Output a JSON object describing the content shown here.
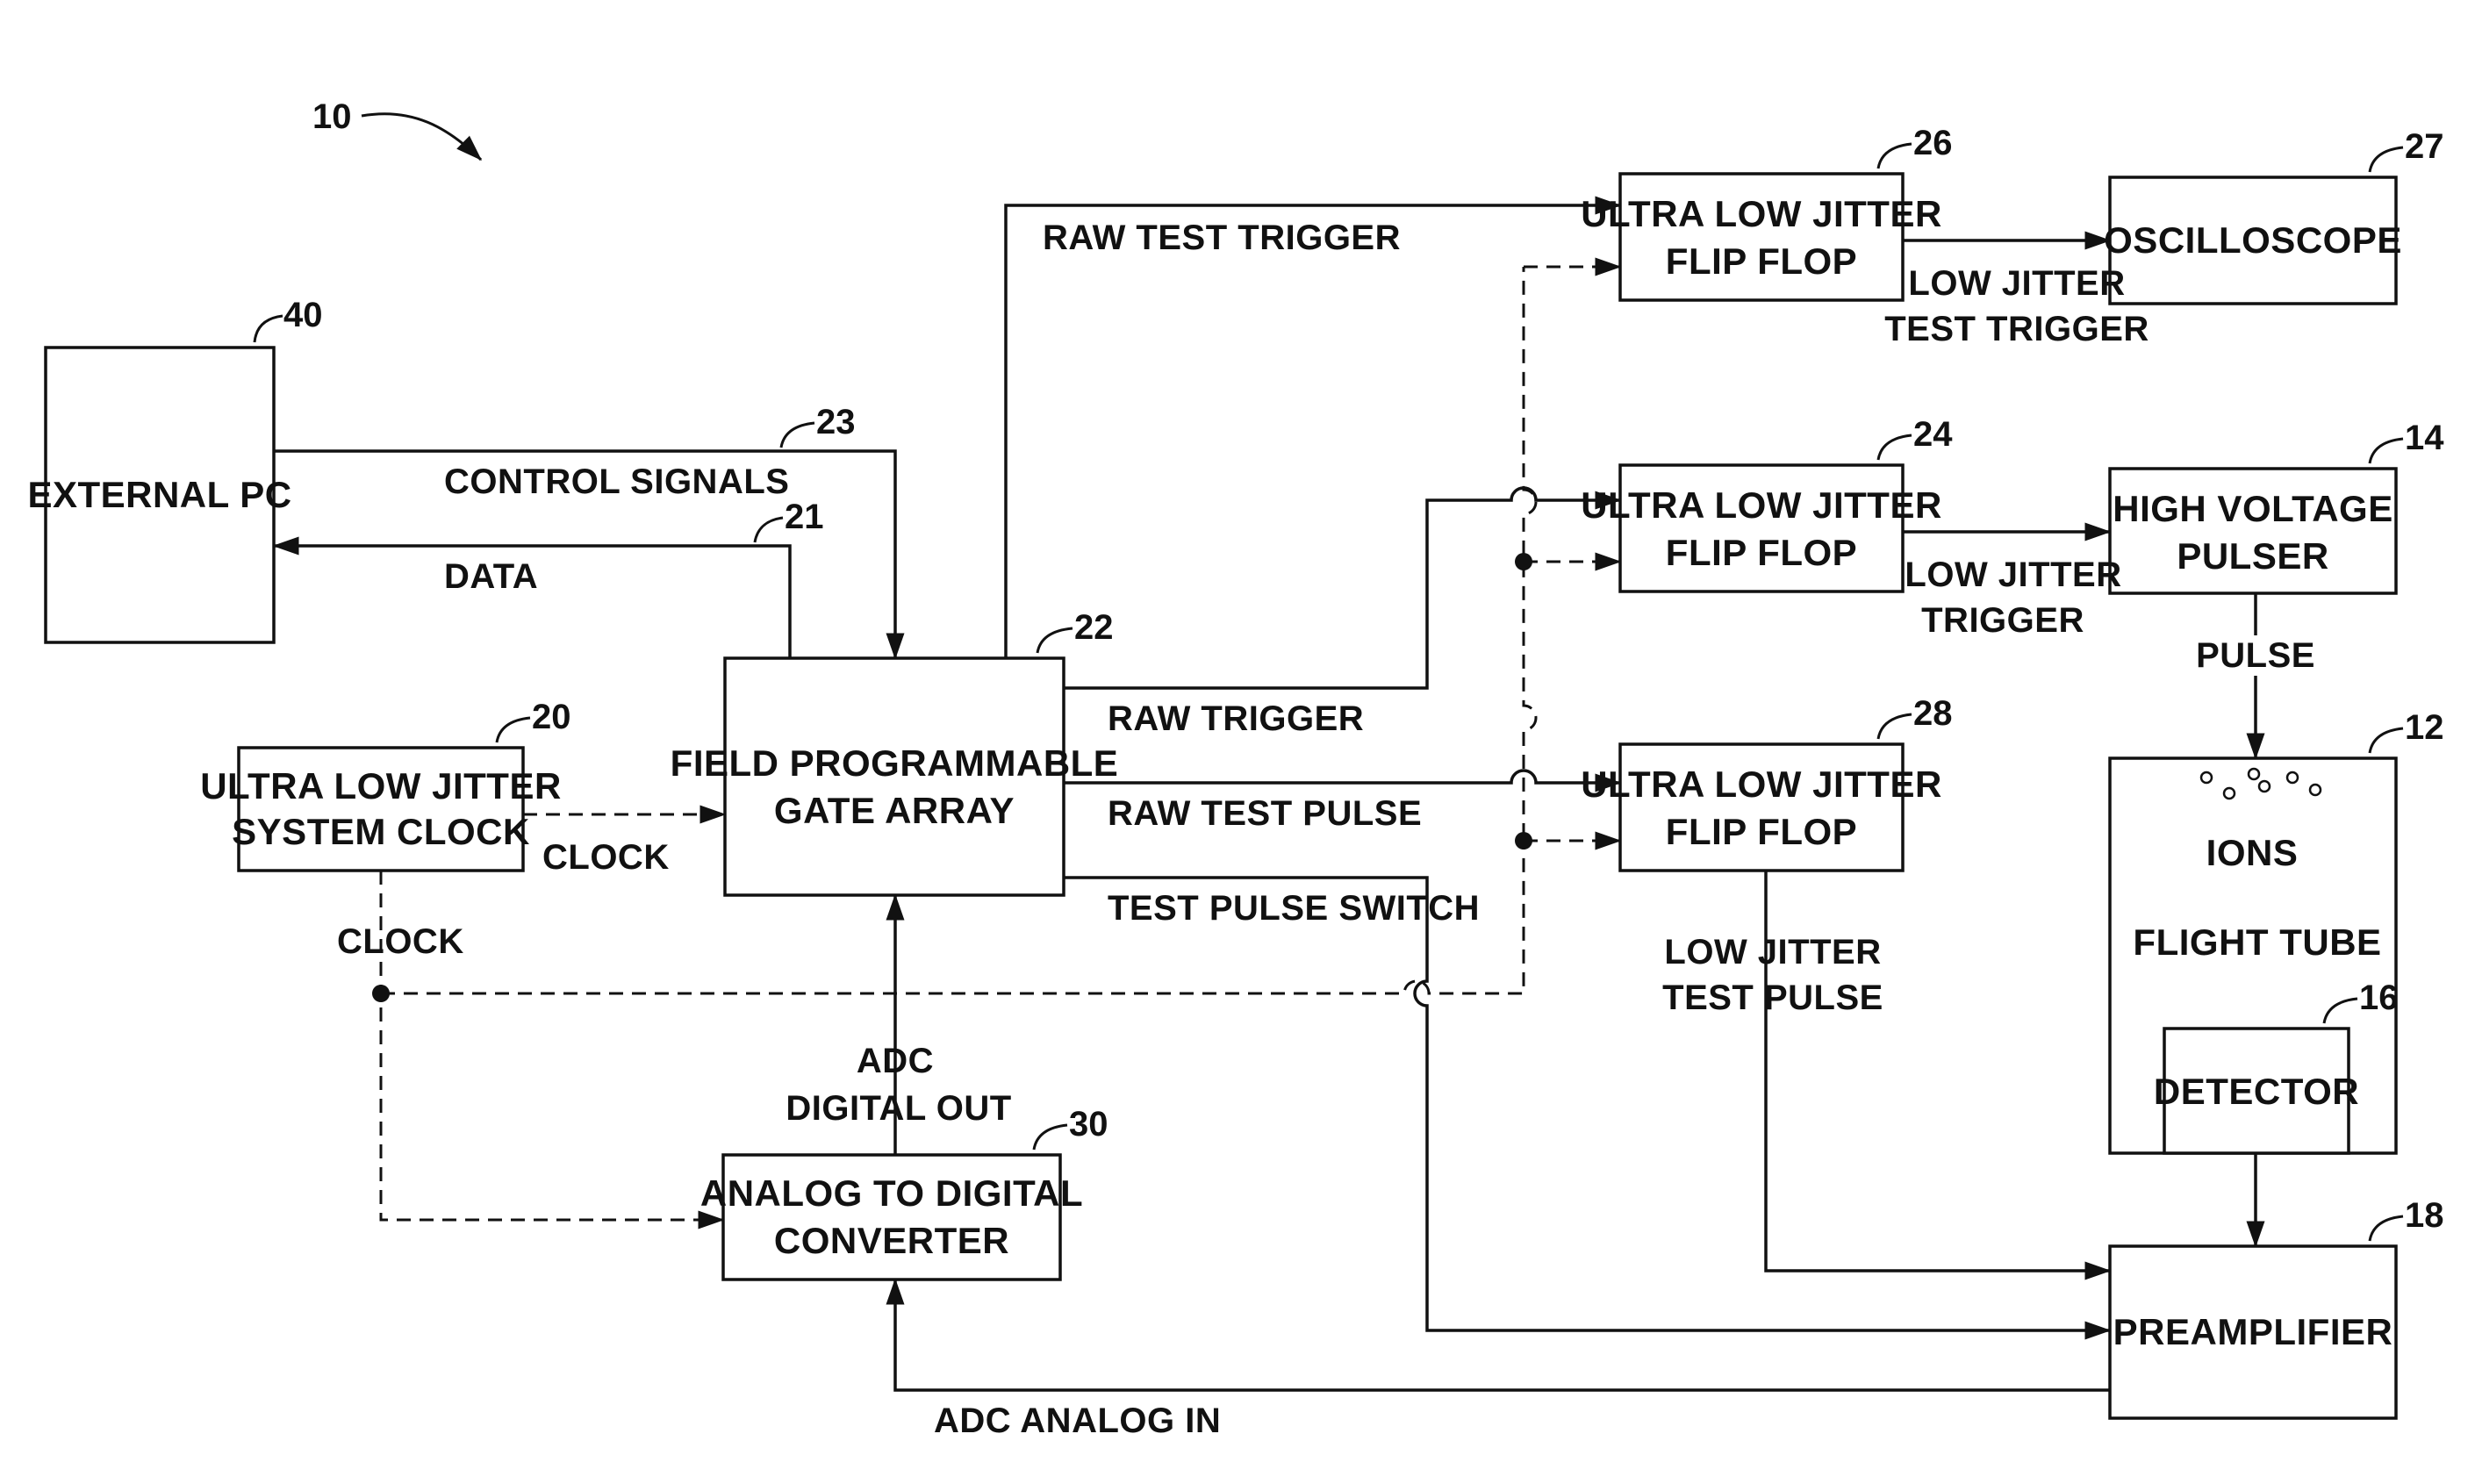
{
  "figure_ref": "10",
  "blocks": {
    "external_pc": {
      "ref": "40",
      "lines": [
        "EXTERNAL PC"
      ]
    },
    "fpga": {
      "ref": "22",
      "lines": [
        "FIELD PROGRAMMABLE",
        "GATE ARRAY"
      ]
    },
    "system_clock": {
      "ref": "20",
      "lines": [
        "ULTRA LOW JITTER",
        "SYSTEM CLOCK"
      ]
    },
    "adc": {
      "ref": "30",
      "lines": [
        "ANALOG TO DIGITAL",
        "CONVERTER"
      ]
    },
    "flipflop_test_trigger": {
      "ref": "26",
      "lines": [
        "ULTRA LOW JITTER",
        "FLIP FLOP"
      ]
    },
    "flipflop_trigger": {
      "ref": "24",
      "lines": [
        "ULTRA LOW JITTER",
        "FLIP FLOP"
      ]
    },
    "flipflop_test_pulse": {
      "ref": "28",
      "lines": [
        "ULTRA LOW JITTER",
        "FLIP FLOP"
      ]
    },
    "oscilloscope": {
      "ref": "27",
      "lines": [
        "OSCILLOSCOPE"
      ]
    },
    "high_voltage_pulser": {
      "ref": "14",
      "lines": [
        "HIGH VOLTAGE",
        "PULSER"
      ]
    },
    "flight_tube": {
      "ref": "12",
      "ions_label": "IONS",
      "title": "FLIGHT TUBE"
    },
    "detector": {
      "ref": "16",
      "lines": [
        "DETECTOR"
      ]
    },
    "preamplifier": {
      "ref": "18",
      "lines": [
        "PREAMPLIFIER"
      ]
    }
  },
  "signals": {
    "control_signals": {
      "ref": "23",
      "lines": [
        "CONTROL SIGNALS"
      ]
    },
    "data": {
      "ref": "21",
      "lines": [
        "DATA"
      ]
    },
    "clock_to_fpga": {
      "lines": [
        "CLOCK"
      ]
    },
    "clock_distribution": {
      "lines": [
        "CLOCK"
      ]
    },
    "adc_digital_out": {
      "lines": [
        "ADC",
        "DIGITAL OUT"
      ]
    },
    "adc_analog_in": {
      "lines": [
        "ADC ANALOG IN"
      ]
    },
    "raw_test_trigger": {
      "lines": [
        "RAW TEST TRIGGER"
      ]
    },
    "raw_trigger": {
      "lines": [
        "RAW TRIGGER"
      ]
    },
    "raw_test_pulse": {
      "lines": [
        "RAW TEST PULSE"
      ]
    },
    "test_pulse_switch": {
      "lines": [
        "TEST PULSE SWITCH"
      ]
    },
    "low_jitter_test_trigger": {
      "lines": [
        "LOW JITTER",
        "TEST TRIGGER"
      ]
    },
    "low_jitter_trigger": {
      "lines": [
        "LOW JITTER",
        "TRIGGER"
      ]
    },
    "low_jitter_test_pulse": {
      "lines": [
        "LOW JITTER",
        "TEST PULSE"
      ]
    },
    "pulse": {
      "lines": [
        "PULSE"
      ]
    }
  }
}
